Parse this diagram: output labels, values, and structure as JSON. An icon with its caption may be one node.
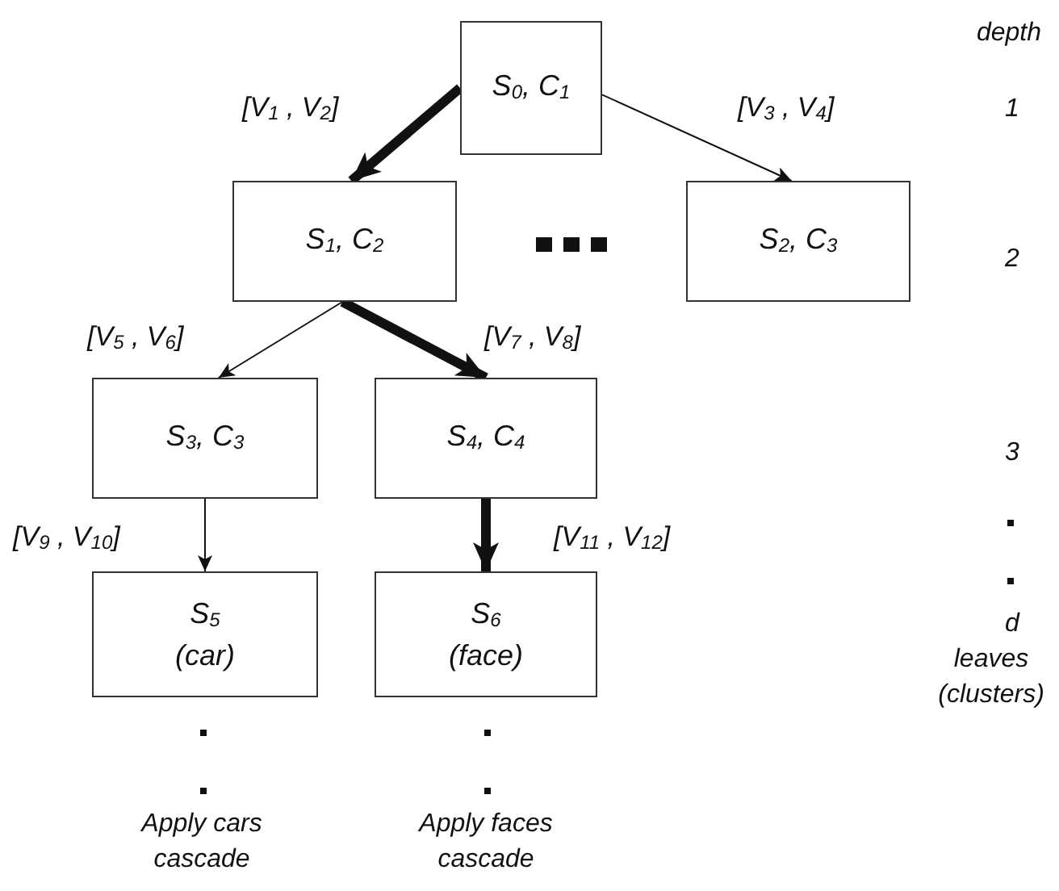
{
  "diagram": {
    "nodes": [
      {
        "text": [
          "S$_{0}$, C$_{1}$"
        ]
      },
      {
        "text": [
          "S$_{1}$, C$_{2}$"
        ]
      },
      {
        "text": [
          "S$_{2}$, C$_{3}$"
        ]
      },
      {
        "text": [
          "S$_{3}$, C$_{3}$"
        ]
      },
      {
        "text": [
          "S$_{4}$, C$_{4}$"
        ]
      },
      {
        "text": [
          "S$_{5}$",
          "(car)"
        ]
      },
      {
        "text": [
          "S$_{6}$",
          "(face)"
        ]
      }
    ],
    "edges": [
      {
        "from": 0,
        "to": 1,
        "arrow": "to",
        "label": "[V$_{1}$ , V$_{2}$]",
        "style": "thick"
      },
      {
        "from": 0,
        "to": 2,
        "arrow": "to",
        "label": "[V$_{3}$ , V$_{4}$]"
      },
      {
        "from": 1,
        "to": 3,
        "arrow": "to",
        "label": "[V$_{5}$ , V$_{6}$]"
      },
      {
        "from": 1,
        "to": 4,
        "arrow": "to",
        "label": "[V$_{7}$ , V$_{8}$]",
        "style": "thick"
      },
      {
        "from": 3,
        "to": 5,
        "arrow": "to",
        "label": "[V$_{9}$ , V$_{10}$]"
      },
      {
        "from": 4,
        "to": 6,
        "arrow": "to",
        "label": "[V$_{11}$  , V$_{12}$]",
        "style": "thick"
      }
    ],
    "labels": [
      "depth",
      "1",
      "2",
      "3",
      "d",
      "leaves (clusters)",
      "Apply cars cascade",
      "Apply faces cascade"
    ]
  }
}
